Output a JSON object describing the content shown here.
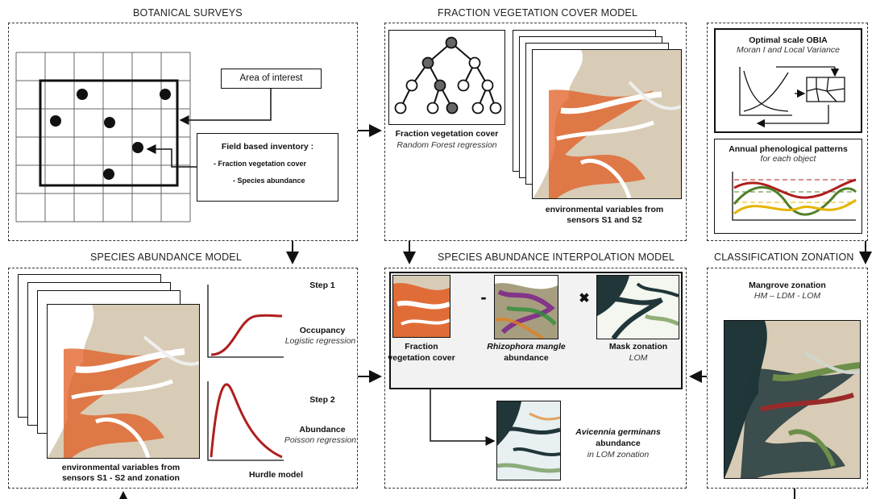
{
  "panels": {
    "botanical": {
      "title": "BOTANICAL SURVEYS"
    },
    "fvc": {
      "title": "FRACTION VEGETATION COVER MODEL"
    },
    "species": {
      "title": "SPECIES  ABUNDANCE MODEL"
    },
    "interp": {
      "title": "SPECIES ABUNDANCE INTERPOLATION MODEL"
    },
    "classif": {
      "title": "CLASSIFICATION ZONATION"
    }
  },
  "botanical": {
    "area_of_interest": "Area of interest",
    "inventory_title": "Field based inventory :",
    "inventory_item_1": "- Fraction vegetation cover",
    "inventory_item_2": "- Species abundance"
  },
  "fvc": {
    "tree_caption": "Fraction vegetation cover",
    "tree_subcaption": "Random Forest regression",
    "stack_caption_1": "environmental variables from",
    "stack_caption_2": "sensors S1 and S2"
  },
  "obia": {
    "title": "Optimal scale OBIA",
    "subtitle": "Moran I and Local Variance",
    "pheno_title": "Annual phenological patterns",
    "pheno_subtitle": "for each object"
  },
  "species": {
    "step1": "Step 1",
    "occupancy": "Occupancy",
    "logistic": "Logistic regression",
    "step2": "Step 2",
    "abundance": "Abundance",
    "poisson": "Poisson regression",
    "hurdle": "Hurdle model",
    "stack_caption_1": "environmental variables from",
    "stack_caption_2": "sensors S1 - S2 and zonation"
  },
  "interp": {
    "fvc_1": "Fraction",
    "fvc_2": "vegetation cover",
    "minus": "-",
    "rhizo_1": "Rhizophora mangle",
    "rhizo_2": "abundance",
    "times": "✖",
    "mask_1": "Mask zonation",
    "mask_2": "LOM",
    "avic_1": "Avicennia germinans",
    "avic_2": "abundance",
    "avic_3": "in LOM zonation"
  },
  "classif": {
    "title": "Mangrove zonation",
    "subtitle": "HM – LDM - LOM"
  },
  "colors": {
    "tan": "#d8ccb6",
    "orange": "#d9531e",
    "dark_water": "#203639",
    "red_curve": "#b01e1e",
    "green_curve": "#4f7f2a",
    "yellow_curve": "#e6b400"
  }
}
